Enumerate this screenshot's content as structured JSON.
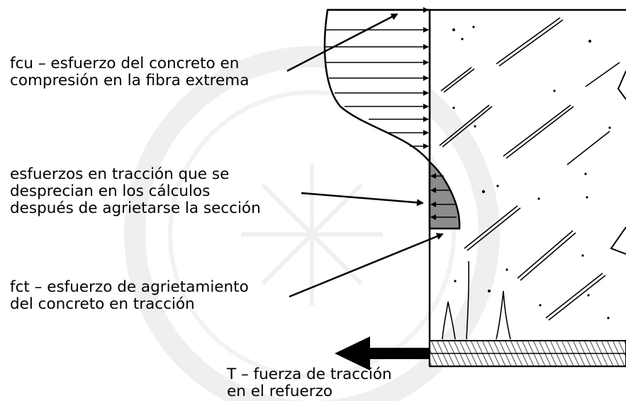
{
  "labels": {
    "fcu": {
      "line1": "fcu – esfuerzo del concreto en",
      "line2": "compresión en la fibra extrema"
    },
    "tension": {
      "line1": "esfuerzos en tracción que se",
      "line2": "desprecian en los cálculos",
      "line3": "después de agrietarse la sección"
    },
    "fct": {
      "line1": "fct – esfuerzo de agrietamiento",
      "line2": "del concreto en tracción"
    },
    "T": {
      "line1": "T – fuerza de tracción",
      "line2": "en el refuerzo"
    }
  },
  "colors": {
    "ink": "#000000",
    "tension_fill": "#8c8c8c",
    "rebar_fill": "#d9d9d9",
    "watermark": "#ededed"
  }
}
